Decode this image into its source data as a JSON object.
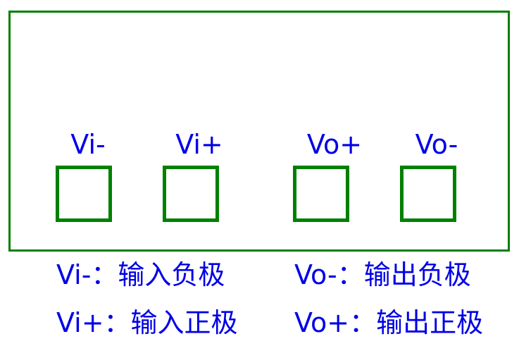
{
  "diagram": {
    "pins": [
      {
        "label": "Vi-"
      },
      {
        "label": "Vi+"
      },
      {
        "label": "Vo+"
      },
      {
        "label": "Vo-"
      }
    ],
    "legend": {
      "vi_minus": "Vi-：输入负极",
      "vo_minus": "Vo-：输出负极",
      "vi_plus": "Vi+：输入正极",
      "vo_plus": "Vo+：输出正极"
    },
    "colors": {
      "outline": "#008000",
      "text": "#0000e6"
    }
  }
}
